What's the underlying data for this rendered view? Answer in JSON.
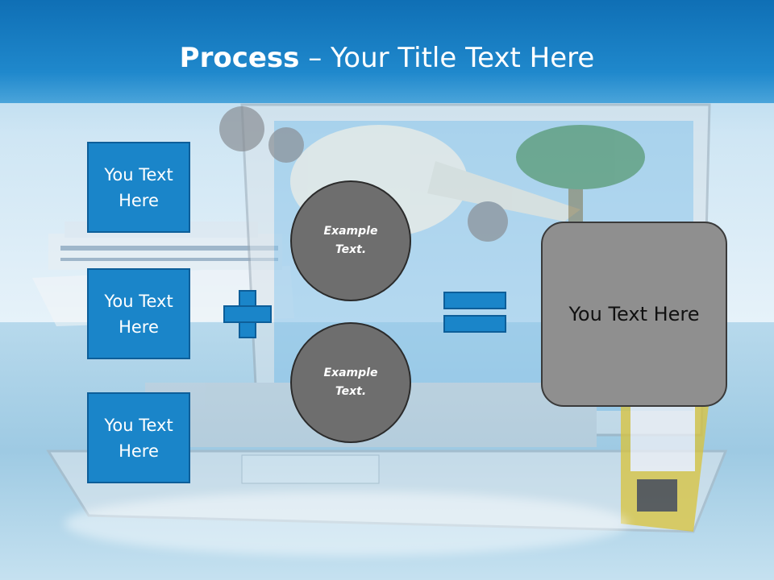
{
  "header": {
    "title_bold": "Process",
    "title_dash": " – ",
    "title_rest": "Your Title Text Here",
    "color": "#1f88cc"
  },
  "inputs": [
    {
      "label": "You Text Here"
    },
    {
      "label": "You Text Here"
    },
    {
      "label": "You Text Here"
    }
  ],
  "operators": {
    "plus": "+",
    "equals": "="
  },
  "circles": [
    {
      "label": "Example Text."
    },
    {
      "label": "Example Text."
    }
  ],
  "result": {
    "label": "You Text Here"
  },
  "colors": {
    "box_fill": "#1a85c9",
    "circle_fill": "#6e6e6e",
    "result_fill": "#8f8f8f"
  }
}
